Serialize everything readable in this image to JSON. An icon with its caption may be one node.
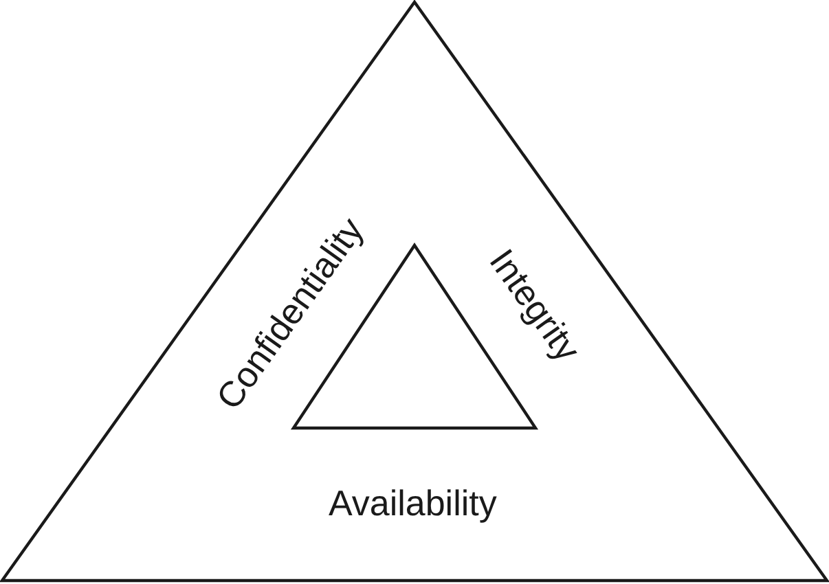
{
  "diagram": {
    "nodes": [
      {
        "text": [],
        "shape": "triangle"
      },
      {
        "text": [],
        "shape": "triangle",
        "in": 0
      }
    ],
    "labels": [
      "Confidentiality",
      "Integrity",
      "Availability"
    ]
  }
}
